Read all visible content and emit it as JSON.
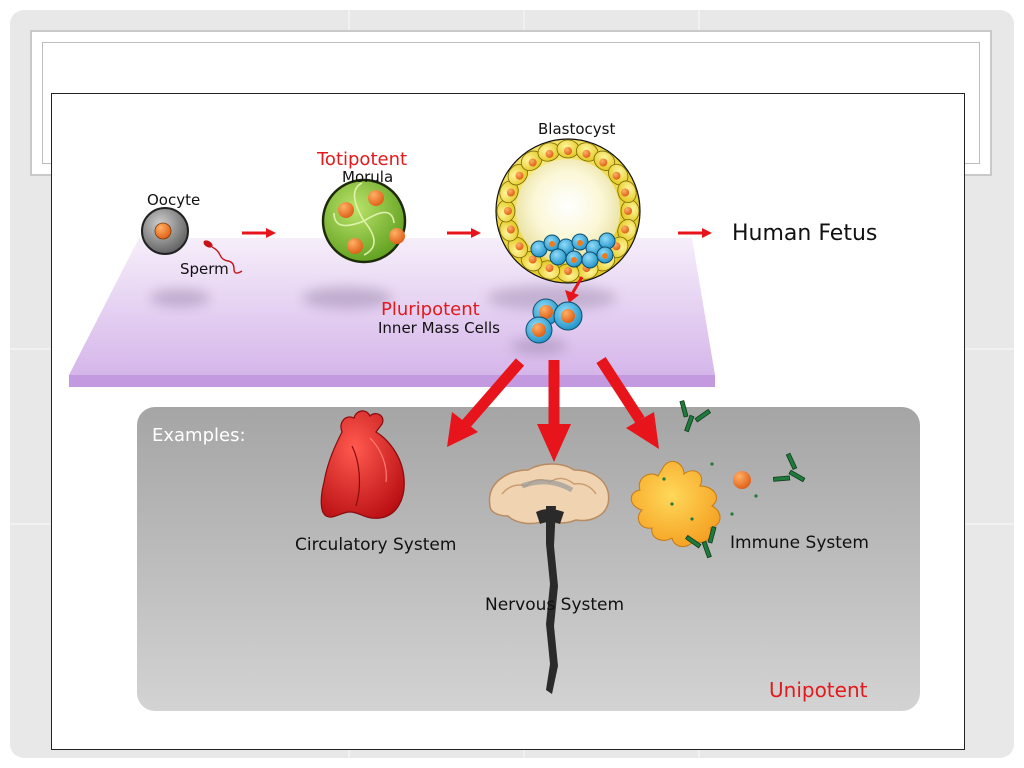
{
  "diagram": {
    "stages": {
      "oocyte": "Oocyte",
      "sperm": "Sperm",
      "totipotent": "Totipotent",
      "morula": "Morula",
      "blastocyst": "Blastocyst",
      "human_fetus": "Human Fetus",
      "pluripotent": "Pluripotent",
      "inner_mass_cells": "Inner Mass Cells"
    },
    "examples": {
      "heading": "Examples:",
      "circulatory": "Circulatory System",
      "nervous": "Nervous System",
      "immune": "Immune System",
      "unipotent": "Unipotent"
    },
    "colors": {
      "potency_label": "#e3191c",
      "arrow": "#e8141b",
      "platform": "#dcc0ee",
      "examples_panel": "#a9a9a9",
      "cell_yellow": "#f3e23a",
      "cell_orange": "#f07b1e",
      "cell_blue": "#39b3e6",
      "morula_green": "#8cc63f",
      "heart_red": "#d9141b",
      "antibody_green": "#1f7a3b"
    }
  }
}
